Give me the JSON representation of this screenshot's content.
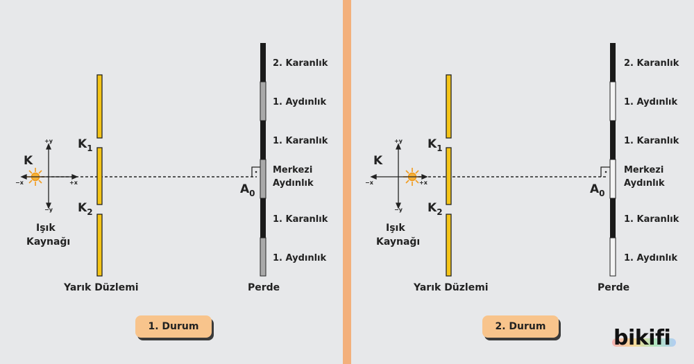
{
  "divider_color": "#f3b07c",
  "panels": [
    {
      "button_label": "1. Durum",
      "source_label": "K",
      "source_caption_line1": "Işık",
      "source_caption_line2": "Kaynağı",
      "axis_labels": {
        "up": "+y",
        "down": "−y",
        "left": "−x",
        "right": "+x"
      },
      "slit_labels": {
        "k1": "K",
        "k1_sub": "1",
        "k2": "K",
        "k2_sub": "2"
      },
      "slit_plane_label": "Yarık Düzlemi",
      "screen_label": "Perde",
      "a0_label": "A",
      "a0_sub": "0",
      "screen_style": "gray",
      "fringe_labels": [
        "2. Karanlık",
        "1. Aydınlık",
        "1. Karanlık",
        "Merkezi",
        "Aydınlık",
        "1. Karanlık",
        "1. Aydınlık"
      ]
    },
    {
      "button_label": "2. Durum",
      "source_label": "K",
      "source_caption_line1": "Işık",
      "source_caption_line2": "Kaynağı",
      "axis_labels": {
        "up": "+y",
        "down": "−y",
        "left": "−x",
        "right": "+x"
      },
      "slit_labels": {
        "k1": "K",
        "k1_sub": "1",
        "k2": "K",
        "k2_sub": "2"
      },
      "slit_plane_label": "Yarık Düzlemi",
      "screen_label": "Perde",
      "a0_label": "A",
      "a0_sub": "0",
      "screen_style": "white",
      "fringe_labels": [
        "2. Karanlık",
        "1. Aydınlık",
        "1. Karanlık",
        "Merkezi",
        "Aydınlık",
        "1. Karanlık",
        "1. Aydınlık"
      ]
    }
  ],
  "logo_text": "bikifi"
}
